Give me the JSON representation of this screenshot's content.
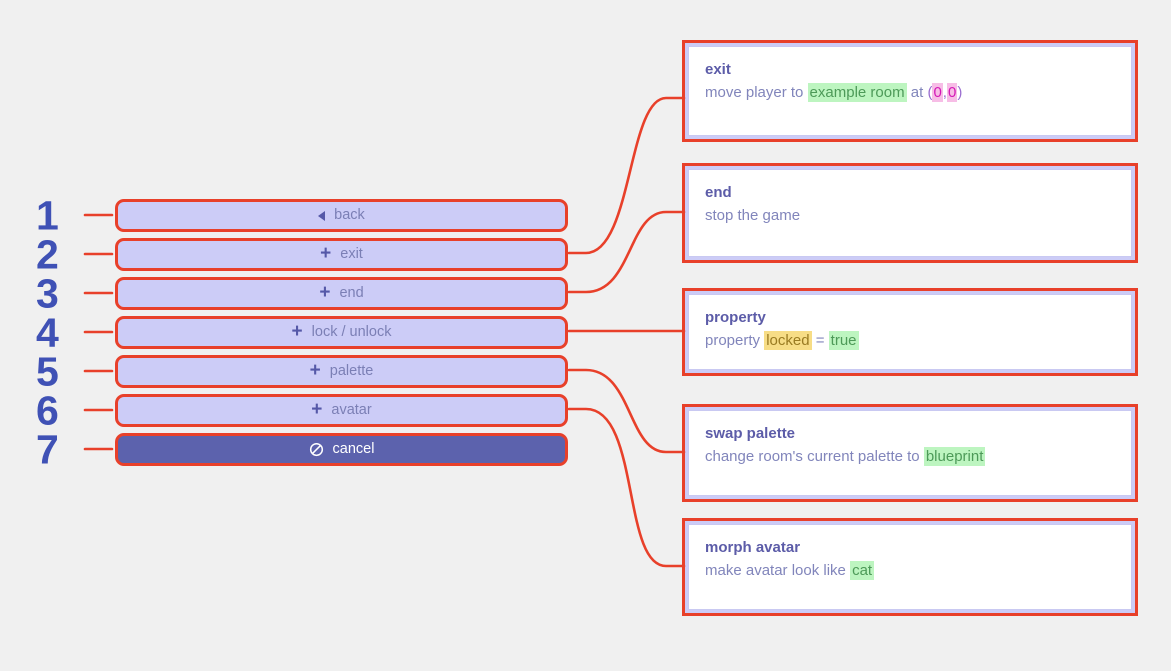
{
  "background_color": "#f0f0f0",
  "accent_color": "#e8402a",
  "menu": {
    "buttons": [
      {
        "number": "1",
        "label": "back",
        "icon": "triangle-left-icon",
        "style": "normal"
      },
      {
        "number": "2",
        "label": "exit",
        "icon": "plus-icon",
        "style": "normal"
      },
      {
        "number": "3",
        "label": "end",
        "icon": "plus-icon",
        "style": "normal"
      },
      {
        "number": "4",
        "label": "lock / unlock",
        "icon": "plus-icon",
        "style": "normal"
      },
      {
        "number": "5",
        "label": "palette",
        "icon": "plus-icon",
        "style": "normal"
      },
      {
        "number": "6",
        "label": "avatar",
        "icon": "plus-icon",
        "style": "normal"
      },
      {
        "number": "7",
        "label": "cancel",
        "icon": "ban-icon",
        "style": "selected"
      }
    ]
  },
  "cards": [
    {
      "title": "exit",
      "desc_parts": [
        {
          "text": "move player to ",
          "style": "plain"
        },
        {
          "text": "example room",
          "style": "green"
        },
        {
          "text": " at ",
          "style": "plain"
        },
        {
          "text": "(",
          "style": "paren"
        },
        {
          "text": "0",
          "style": "pink"
        },
        {
          "text": ",",
          "style": "paren"
        },
        {
          "text": "0",
          "style": "pink"
        },
        {
          "text": ")",
          "style": "paren"
        }
      ]
    },
    {
      "title": "end",
      "desc_parts": [
        {
          "text": "stop the game",
          "style": "plain"
        }
      ]
    },
    {
      "title": "property",
      "desc_parts": [
        {
          "text": "property ",
          "style": "plain"
        },
        {
          "text": "locked",
          "style": "yellow"
        },
        {
          "text": " = ",
          "style": "plain"
        },
        {
          "text": "true",
          "style": "green"
        }
      ]
    },
    {
      "title": "swap palette",
      "desc_parts": [
        {
          "text": "change room's current palette to ",
          "style": "plain"
        },
        {
          "text": "blueprint",
          "style": "green"
        }
      ]
    },
    {
      "title": "morph avatar",
      "desc_parts": [
        {
          "text": "make avatar look like ",
          "style": "plain"
        },
        {
          "text": "cat",
          "style": "green"
        }
      ]
    }
  ]
}
